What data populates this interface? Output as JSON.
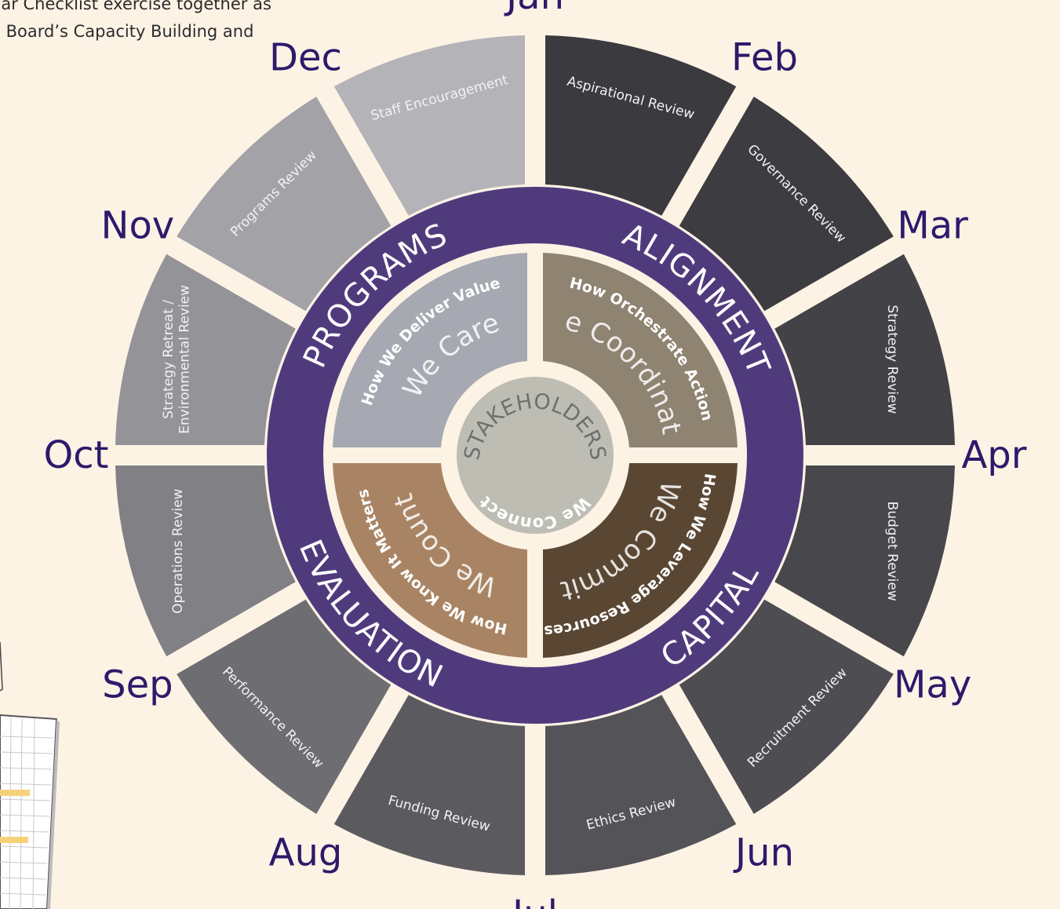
{
  "intro": {
    "line1": "dar Checklist exercise together as",
    "line2": "e Board’s Capacity Building and"
  },
  "months": [
    {
      "name": "Jan",
      "review": "Aspirational Review",
      "color": "#3b3a3e"
    },
    {
      "name": "Feb",
      "review": "Governance Review",
      "color": "#3d3c40"
    },
    {
      "name": "Mar",
      "review": "Strategy Review",
      "color": "#434246"
    },
    {
      "name": "Apr",
      "review": "Budget Review",
      "color": "#48474c"
    },
    {
      "name": "May",
      "review": "Recruitment Review",
      "color": "#4e4d52"
    },
    {
      "name": "Jun",
      "review": "Ethics Review",
      "color": "#545358"
    },
    {
      "name": "Jul",
      "review": "Funding Review",
      "color": "#5b5a5f"
    },
    {
      "name": "Aug",
      "review": "Performance Review",
      "color": "#6e6d72"
    },
    {
      "name": "Sep",
      "review": "Operations Review",
      "color": "#808085"
    },
    {
      "name": "Oct",
      "review": [
        "Strategy Retreat /",
        "Environmental Review"
      ],
      "color": "#939398"
    },
    {
      "name": "Nov",
      "review": "Programs Review",
      "color": "#a2a2a7"
    },
    {
      "name": "Dec",
      "review": "Staff Encouragement",
      "color": "#b4b3b8"
    }
  ],
  "ring": {
    "color": "#4f3b7c",
    "labels": {
      "programs": "PROGRAMS",
      "alignment": "ALIGNMENT",
      "capital": "CAPITAL",
      "evaluation": "EVALUATION"
    }
  },
  "quadrants": {
    "top_left": {
      "small": "How We Deliver Value",
      "big": "We Care",
      "color": "#a6a9b1"
    },
    "top_right": {
      "small": "How Orchestrate Action",
      "big": "We Coordinate",
      "color": "#8f8371"
    },
    "bottom_right": {
      "small": "How We Leverage Resources",
      "big": "We Commit",
      "color": "#5a4733"
    },
    "bottom_left": {
      "small": "How We Know It Matters",
      "big": "We Count",
      "color": "#a98464"
    }
  },
  "hub": {
    "top": "STAKEHOLDERS",
    "bottom": "We Connect",
    "color": "#bebdb4"
  }
}
